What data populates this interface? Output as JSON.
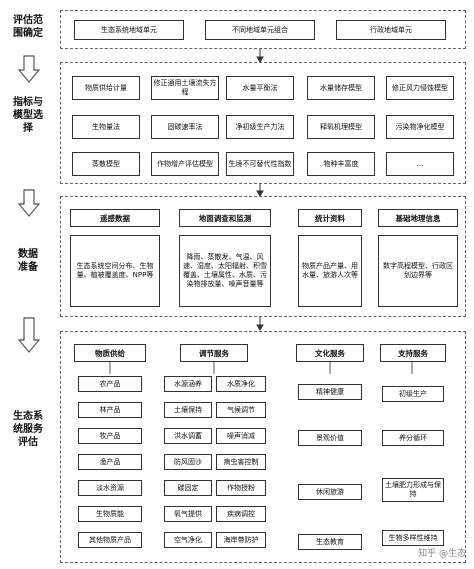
{
  "stages": {
    "s1": "评估范\n围确定",
    "s2": "指标与\n模型选\n择",
    "s3": "数据\n准备",
    "s4": "生态系\n统服务\n评估"
  },
  "scope": [
    "生态系统地域单元",
    "不同地域单元组合",
    "行政地域单元"
  ],
  "models": [
    [
      "物质供给计量",
      "修正通用土壤流失方程",
      "水量平衡法",
      "水量储存模型",
      "修正风力侵蚀模型"
    ],
    [
      "生物量法",
      "固碳速率法",
      "净初级生产力法",
      "释氧机理模型",
      "污染物净化模型"
    ],
    [
      "蒸散模型",
      "作物增产评估模型",
      "生境不可替代性指数",
      "物种丰富度",
      "…"
    ]
  ],
  "data_headers": [
    "遥感数据",
    "地面调查和监测",
    "统计资料",
    "基础地理信息"
  ],
  "data_bodies": [
    "生态系统空间分布、生物量、植被覆盖度、NPP等",
    "降雨、蒸散发、气温、风速、湿度、太阳辐射、积雪覆盖、土壤属性、水质、污染物排放量、噪声音量等",
    "物质产品产量、用水量、旅游人次等",
    "数字高程模型、行政区划边界等"
  ],
  "svc_headers": [
    "物质供给",
    "调节服务",
    "文化服务",
    "支持服务"
  ],
  "supply": [
    "农产品",
    "林产品",
    "牧产品",
    "渔产品",
    "淡水资源",
    "生物质能",
    "其他物质产品"
  ],
  "reg_left": [
    "水源涵养",
    "土壤保持",
    "洪水调蓄",
    "防风固沙",
    "碳固定",
    "氧气提供",
    "空气净化"
  ],
  "reg_right": [
    "水质净化",
    "气候调节",
    "噪声消减",
    "病虫害控制",
    "作物授粉",
    "疾病调控",
    "海岸带防护"
  ],
  "culture": [
    "精神健康",
    "景观价值",
    "休闲旅游",
    "生态教育"
  ],
  "support": [
    "初级生产",
    "养分循环",
    "土壤肥力形成与保持",
    "生物多样性维持"
  ],
  "watermark": "知乎 @生态"
}
